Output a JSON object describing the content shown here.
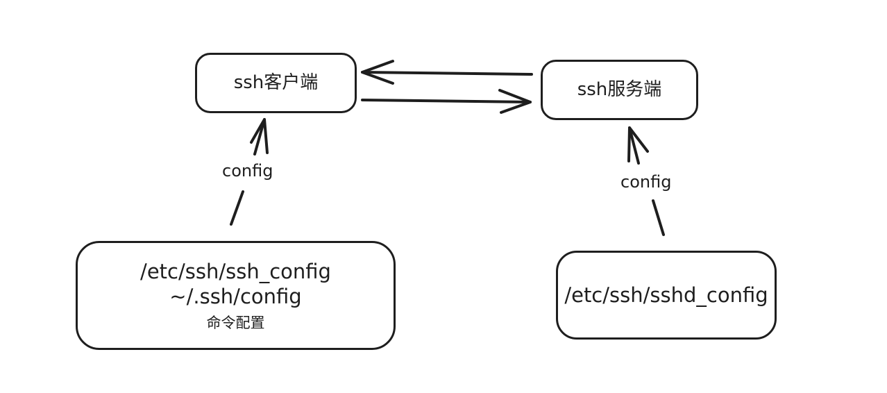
{
  "nodes": {
    "client": {
      "label": "ssh客户端"
    },
    "server": {
      "label": "ssh服务端"
    },
    "client_config": {
      "lines": [
        "/etc/ssh/ssh_config",
        "~/.ssh/config",
        "命令配置"
      ]
    },
    "server_config": {
      "lines": [
        "/etc/ssh/sshd_config"
      ]
    }
  },
  "edges": {
    "client_to_server": {
      "from": "client",
      "to": "server",
      "label": ""
    },
    "server_to_client": {
      "from": "server",
      "to": "client",
      "label": ""
    },
    "client_config_to_client": {
      "from": "client_config",
      "to": "client",
      "label": "config"
    },
    "server_config_to_server": {
      "from": "server_config",
      "to": "server",
      "label": "config"
    }
  },
  "colors": {
    "stroke": "#1e1e1e",
    "background": "#ffffff"
  }
}
